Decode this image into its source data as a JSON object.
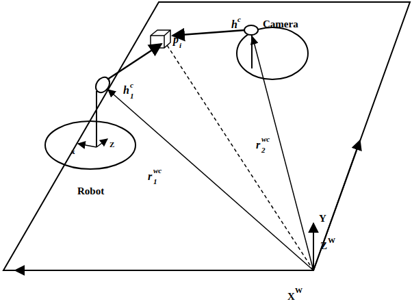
{
  "diagram": {
    "labels": [
      "p",
      "w",
      "i",
      "h",
      "c",
      "Camera",
      "h",
      "c",
      "1",
      "r",
      "wc",
      "2",
      "Y",
      "r",
      "wc",
      "1",
      "Robot",
      "x",
      "Z",
      "Z",
      "W",
      "X",
      "W"
    ]
  }
}
